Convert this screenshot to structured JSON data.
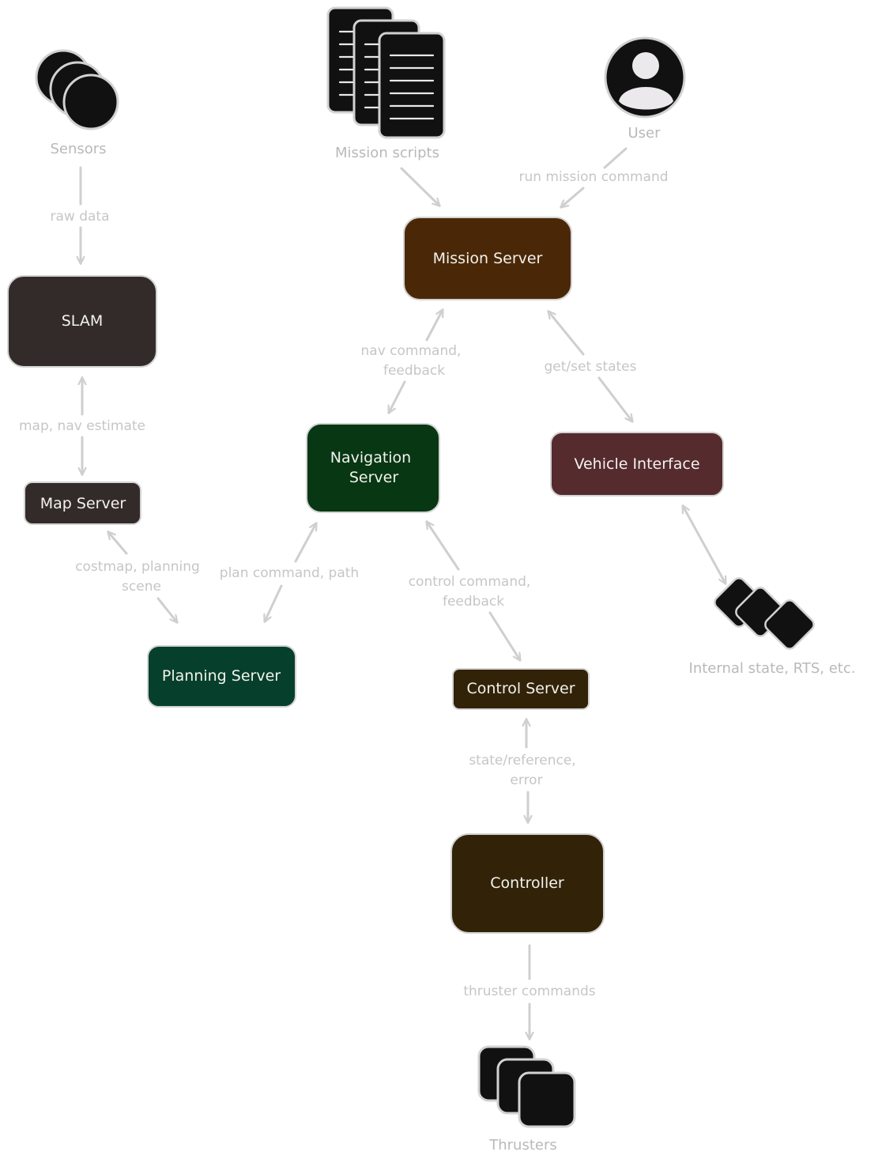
{
  "nodes": {
    "mission_server": {
      "label": "Mission Server",
      "color": "#4a2807"
    },
    "slam": {
      "label": "SLAM",
      "color": "#332b2a"
    },
    "map_server": {
      "label": "Map Server",
      "color": "#332b2a"
    },
    "navigation_server": {
      "label_line1": "Navigation",
      "label_line2": "Server",
      "color": "#073713"
    },
    "vehicle_interface": {
      "label": "Vehicle Interface",
      "color": "#552b2e"
    },
    "planning_server": {
      "label": "Planning Server",
      "color": "#06402c"
    },
    "control_server": {
      "label": "Control Server",
      "color": "#322208"
    },
    "controller": {
      "label": "Controller",
      "color": "#322308"
    }
  },
  "entities": {
    "sensors": {
      "label": "Sensors",
      "icon": "stacked-circles-icon"
    },
    "mission_scripts": {
      "label": "Mission scripts",
      "icon": "stacked-documents-icon"
    },
    "user": {
      "label": "User",
      "icon": "user-avatar-icon"
    },
    "internal_state": {
      "label": "Internal state, RTS, etc.",
      "icon": "stacked-diamonds-icon"
    },
    "thrusters": {
      "label": "Thrusters",
      "icon": "stacked-squares-icon"
    }
  },
  "edges": {
    "raw_data": "raw data",
    "run_mission_command": "run mission command",
    "map_nav_estimate": "map, nav estimate",
    "nav_command_line1": "nav command,",
    "nav_command_line2": "feedback",
    "get_set_states": "get/set states",
    "costmap_line1": "costmap, planning",
    "costmap_line2": "scene",
    "plan_command_path": "plan command, path",
    "control_command_line1": "control command,",
    "control_command_line2": "feedback",
    "state_reference_line1": "state/reference,",
    "state_reference_line2": "error",
    "thruster_commands": "thruster commands"
  },
  "colors": {
    "arrow": "#cfcfcf",
    "edge_label": "#c6c6c6",
    "icon_fill": "#111111"
  }
}
